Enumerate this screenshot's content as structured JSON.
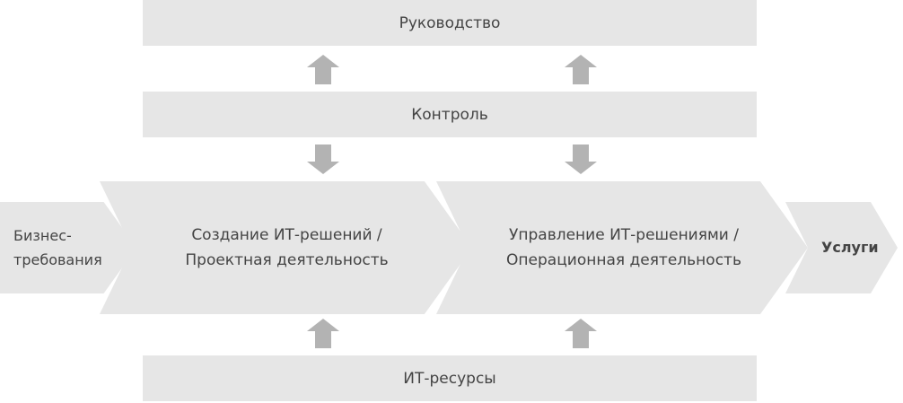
{
  "diagram": {
    "top_bar": {
      "label": "Руководство"
    },
    "control_bar": {
      "label": "Контроль"
    },
    "resources_bar": {
      "label": "ИТ-ресурсы"
    },
    "input": {
      "line1": "Бизнес-",
      "line2": "требования"
    },
    "stage_create": {
      "line1": "Создание ИТ-решений /",
      "line2": "Проектная деятельность"
    },
    "stage_manage": {
      "line1": "Управление ИТ-решениями /",
      "line2": "Операционная деятельность"
    },
    "output": {
      "label": "Услуги"
    }
  },
  "colors": {
    "box_fill": "#e6e6e6",
    "arrow_fill": "#b3b3b3",
    "text": "#444444"
  }
}
